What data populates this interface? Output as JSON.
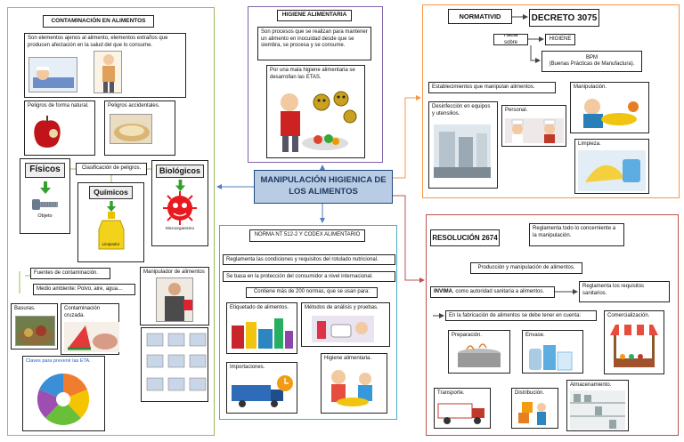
{
  "left": {
    "title": "CONTAMINACIÓN EN ALIMENTOS",
    "definition": "Son elementos ajenos al  alimento, elementos extraños que producen afectación en la salud del que lo consume.",
    "natural": "Peligros de forma natural.",
    "accidental": "Peligros accidentales.",
    "fisicos": "Físicos",
    "objeto": "Objeto",
    "clasificacion": "Clasificación de peligros.",
    "quimicos": "Químicos",
    "limpiador": "Limpiador",
    "biologicos": "Biológicos",
    "microorganismo": "Microorganismo",
    "fuentes": "Fuentes de contaminación.",
    "medio": "Medio ambiente: Polvo, aire, agua…",
    "manipulador": "Manipulador de alimentos",
    "basuras": "Basuras.",
    "cruzada": "Contaminación cruzada.",
    "claves": "Claves para prevenir las ETA."
  },
  "center": {
    "higiene_title": "HIGIENE ALIMENTARIA",
    "higiene_text": "Son procesos que se realizan para mantener un alimento en inocuidad desde que se siembra, se procesa y se consume.",
    "mala_text": "Por una mala higiene alimentaria se desarrollan las ETAS.",
    "main_title": "MANIPULACIÓN HIGIENICA DE LOS ALIMENTOS",
    "norma": "NORMA NT 512-2 Y CODEX ALIMENTARIO",
    "reglamenta": "Reglamenta las condiciones y requisitos del rotulado nutricional.",
    "basa": "Se basa en la protección del consumidor a nivel internacional.",
    "contiene": "Contiene más de 200 normas, que se usan para:",
    "etiquetado": "Etiquetado de alimentos.",
    "metodos": "Métodos de análisis y pruebas.",
    "importaciones": "Importaciones.",
    "higiene_ali": "Higiene alimentaria."
  },
  "right_top": {
    "normatividad": "NORMATIVID",
    "decreto": "DECRETO 3075",
    "habla": "Habla sobre",
    "higiene": "HIGIENE",
    "bpm": "BPM",
    "bpm_full": "(Buenas Prácticas de Manufactura).",
    "establecimientos": "Establecimientos que manipulan alimentos.",
    "desinfeccion": "Desinfección en equipos y  utensilios.",
    "personal": "Personal.",
    "manipulacion": "Manipulación.",
    "limpieza": "Limpieza."
  },
  "right_bottom": {
    "resolucion": "RESOLUCIÓN 2674",
    "reglamenta_todo": "Reglamenta todo lo concerniente a la manipulación.",
    "produccion": "Producción y manipulación de alimentos.",
    "invima_bold": "INVIMA",
    "invima_rest": ", como autoridad sanitaria a alimentos.",
    "requisitos": "Reglamenta los requisitos sanitarios.",
    "fabricacion": "En la fabricación de alimentos se debe tener en cuenta:",
    "preparacion": "Preparación.",
    "envase": "Envase.",
    "comercializacion": "Comercialización.",
    "transporte": "Transporte.",
    "distribucion": "Distribución.",
    "almacenamiento": "Almacenamiento."
  },
  "colors": {
    "green": "#9bbb59",
    "purple": "#7f64a6",
    "orange": "#f79646",
    "blue": "#4bacc6",
    "red": "#c0504d",
    "main_fill": "#b8cce4"
  }
}
